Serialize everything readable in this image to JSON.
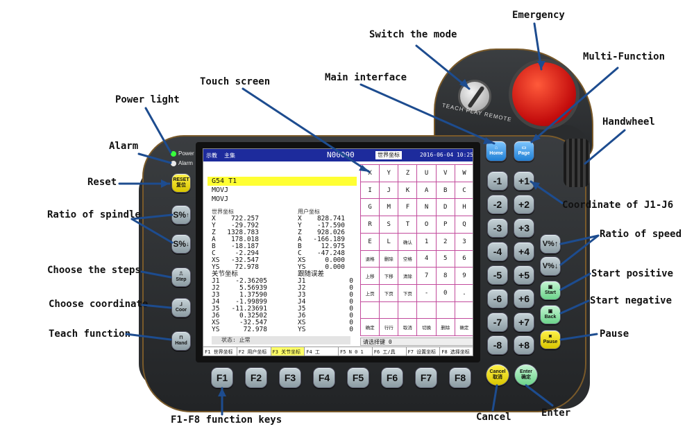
{
  "callouts": {
    "emergency": "Emergency",
    "switch_mode": "Switch the mode",
    "multi_function": "Multi-Function",
    "main_interface": "Main interface",
    "touch_screen": "Touch screen",
    "power_light": "Power light",
    "handwheel": "Handwheel",
    "alarm": "Alarm",
    "reset": "Reset",
    "coordinate_j1_j6": "Coordinate of J1-J6",
    "ratio_spindle": "Ratio of spindle",
    "ratio_speed": "Ratio of speed",
    "choose_steps": "Choose the steps",
    "start_positive": "Start positive",
    "choose_coordinate": "Choose coordinate",
    "start_negative": "Start negative",
    "teach_function": "Teach function",
    "pause": "Pause",
    "f1_f8": "F1-F8 function keys",
    "cancel": "Cancel",
    "enter": "Enter"
  },
  "device": {
    "power_label": "Power",
    "alarm_label": "Alarm",
    "mode_switch_labels": "TEACH PLAY REMOTE",
    "colors": {
      "body": "#2d2f31",
      "estop": "#d81515",
      "screen_header": "#1d2b9c",
      "highlight": "#ffff33"
    }
  },
  "screen": {
    "header": {
      "left1": "示教",
      "left2": "主集",
      "program": "N00090",
      "coord_select": "世界坐标",
      "datetime": "2016-06-04 10:25"
    },
    "program_lines": [
      "G54 T1",
      "MOVJ",
      "MOVJ"
    ],
    "world_coords": {
      "title": "世界坐标",
      "rows": [
        {
          "axis": "X",
          "value": "722.257"
        },
        {
          "axis": "Y",
          "value": "-29.792"
        },
        {
          "axis": "Z",
          "value": "1328.783"
        },
        {
          "axis": "A",
          "value": "178.018"
        },
        {
          "axis": "B",
          "value": "-18.187"
        },
        {
          "axis": "C",
          "value": "-2.294"
        },
        {
          "axis": "XS",
          "value": "-32.547"
        },
        {
          "axis": "YS",
          "value": "72.978"
        }
      ]
    },
    "user_coords": {
      "title": "用户坐标",
      "rows": [
        {
          "axis": "X",
          "value": "828.741"
        },
        {
          "axis": "Y",
          "value": "-17.590"
        },
        {
          "axis": "Z",
          "value": "928.026"
        },
        {
          "axis": "A",
          "value": "-166.189"
        },
        {
          "axis": "B",
          "value": "12.975"
        },
        {
          "axis": "C",
          "value": "-47.248"
        },
        {
          "axis": "XS",
          "value": "0.000"
        },
        {
          "axis": "YS",
          "value": "0.000"
        }
      ]
    },
    "joint_coords": {
      "title": "关节坐标",
      "rows": [
        {
          "axis": "J1",
          "value": "-2.36205"
        },
        {
          "axis": "J2",
          "value": "5.56939"
        },
        {
          "axis": "J3",
          "value": "1.37590"
        },
        {
          "axis": "J4",
          "value": "-1.99899"
        },
        {
          "axis": "J5",
          "value": "-11.23691"
        },
        {
          "axis": "J6",
          "value": "0.32502"
        },
        {
          "axis": "XS",
          "value": "-32.547"
        },
        {
          "axis": "YS",
          "value": "72.978"
        }
      ]
    },
    "follow_coords": {
      "title": "跟随误差",
      "rows": [
        {
          "axis": "J1",
          "value": "0"
        },
        {
          "axis": "J2",
          "value": "0"
        },
        {
          "axis": "J3",
          "value": "0"
        },
        {
          "axis": "J4",
          "value": "0"
        },
        {
          "axis": "J5",
          "value": "0"
        },
        {
          "axis": "J6",
          "value": "0"
        },
        {
          "axis": "XS",
          "value": "0"
        },
        {
          "axis": "YS",
          "value": "0"
        }
      ]
    },
    "status": "状态: 止常",
    "keyboard": [
      "X",
      "Y",
      "Z",
      "U",
      "V",
      "W",
      "I",
      "J",
      "K",
      "A",
      "B",
      "C",
      "G",
      "M",
      "F",
      "N",
      "D",
      "H",
      "R",
      "S",
      "T",
      "O",
      "P",
      "Q",
      "E",
      "L",
      "确认",
      "1",
      "2",
      "3",
      "退格",
      "删除",
      "空格",
      "4",
      "5",
      "6",
      "上移",
      "下移",
      "清除",
      "7",
      "8",
      "9",
      "上页",
      "下页",
      "下页",
      "-",
      "0",
      ".",
      "",
      "",
      "",
      "",
      "",
      "",
      "确定",
      "行行",
      "取消",
      "切换",
      "删除",
      "确定"
    ],
    "input_label": "请选择键",
    "input_value": "0",
    "fkeys_bar": [
      "F1 世界坐标",
      "F2 用户坐标",
      "F3 关节坐标",
      "F4 工",
      "F5 N 0 1",
      "F6 工/具",
      "F7 设置坐标",
      "F8 选择坐标"
    ]
  },
  "keys": {
    "home": "Home",
    "page": "Page",
    "reset": "RESET",
    "reset_cn": "复位",
    "spindle_up": "S%",
    "spindle_down": "S%",
    "step": "Step",
    "coor": "Coor",
    "hand": "Hand",
    "jog_minus": [
      "-1",
      "-2",
      "-3",
      "-4",
      "-5",
      "-6",
      "-7",
      "-8"
    ],
    "jog_plus": [
      "+1",
      "+2",
      "+3",
      "+4",
      "+5",
      "+6",
      "+7",
      "+8"
    ],
    "speed_up": "V%",
    "speed_down": "V%",
    "start": "Start",
    "back": "Back",
    "pause": "Pause",
    "fkeys": [
      "F1",
      "F2",
      "F3",
      "F4",
      "F5",
      "F6",
      "F7",
      "F8"
    ],
    "cancel": "Cancel",
    "cancel_cn": "取消",
    "enter": "Enter",
    "enter_cn": "确定"
  }
}
